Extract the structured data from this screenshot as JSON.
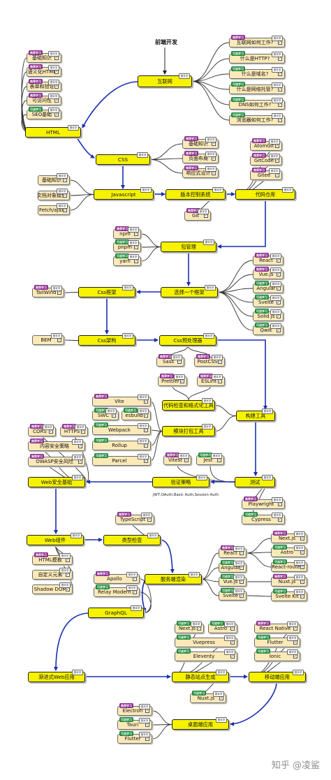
{
  "labels": {
    "tag_purple": "推荐学习",
    "tag_green": "可选学习",
    "badge": "基本学",
    "watermark": "知乎 @凌鲨"
  },
  "colors": {
    "main_fill": "#f6f200",
    "leaf_fill": "#fbe9b8",
    "link_black": "#333333",
    "link_blue": "#1a2fb0",
    "tag_purple": "#8a2a8f",
    "tag_green": "#1d8a3a"
  },
  "nodes": {
    "root": "前端开发",
    "internet": "互联网",
    "how_internet": "互联网如何工作?",
    "http": "什么是HTTP?",
    "domain": "什么是域名?",
    "hosting": "什么是网络托管?",
    "dns": "DNS如何工作?",
    "browser": "浏览器如何工作?",
    "html": "HTML",
    "html_basics": "基础知识",
    "semantic_html": "语义化HTML",
    "forms": "表单和验证",
    "accessibility": "可访问性",
    "seo": "SEO基础",
    "css": "CSS",
    "css_basics": "基础知识",
    "layout": "页面布局",
    "responsive": "响应式设计",
    "javascript": "Javascript",
    "js_basics": "基础知识",
    "dom": "文档对象模型",
    "fetch": "Fetch/ajax",
    "vcs": "版本控制系统",
    "git": "Git",
    "repo": "代码仓库",
    "atomgit": "AtomGit",
    "gitcode": "GitCode",
    "gitee": "Gitee",
    "pkg": "包管理",
    "npm": "npm",
    "pnpm": "pnpm",
    "yarn": "yarn",
    "framework": "选择一个框架",
    "react": "React",
    "vue": "Vue.js",
    "angular": "Angular",
    "svelte": "Svelte",
    "solid": "Solid Js",
    "qwik": "Qwik",
    "css_fw": "Css框架",
    "tailwind": "TailWind",
    "css_arch": "Css架构",
    "bem": "BEM",
    "css_pre": "Css预处理器",
    "sass": "Sass",
    "postcss": "PostCSS",
    "lint": "代码检查和格式化工具",
    "prettier": "Prettier",
    "eslint": "ESLint",
    "bundler": "模块打包工具",
    "vite": "Vite",
    "swc": "SWC",
    "esbuild": "esbuild",
    "webpack": "Webpack",
    "rollup": "Rollup",
    "parcel": "Parcel",
    "build": "构建工具",
    "test": "测试",
    "vitest": "Vitest",
    "jest": "Jest",
    "playwright": "Playwright",
    "cypress": "Cypress",
    "auth": "验证策略",
    "auth_note": "JWT,OAuth,Basic Auth,Session Auth",
    "security": "Web安全基础",
    "cors": "CORS",
    "https": "HTTPS",
    "csp": "内容安全策略",
    "owasp": "OWASP安全风险",
    "webcomp": "Web组件",
    "html_tpl": "HTML模板",
    "custom_el": "自定义元素",
    "shadow_dom": "Shadow DOM",
    "typecheck": "类型检查",
    "typescript": "TypeScript",
    "ssr": "服务端渲染",
    "ssr_react": "React",
    "ssr_angular": "Angular",
    "ssr_vue": "Vue.js",
    "ssr_svelte": "Svelte",
    "nextjs": "Next.js",
    "astro": "Astro",
    "react_router": "React-router",
    "nuxtjs": "Nuxt.js",
    "svelte_kit": "Svelte Kit",
    "graphql": "GraphQL",
    "apollo": "Apollo",
    "relay": "Relay Modern",
    "pwa": "渐进式Web应用",
    "ssg": "静态站点生成",
    "ssg_next": "Next.js",
    "ssg_astro": "Astro",
    "vuepress": "Vuepress",
    "eleventy": "Eleventy",
    "ssg_nuxt": "Nuxt.js",
    "mobile": "移动端应用",
    "react_native": "React Native",
    "flutter": "Flutter",
    "ionic": "Ionic",
    "desktop": "桌面端应用",
    "electron": "Electron",
    "tauri": "Tauri",
    "desktop_flutter": "Flutter"
  }
}
